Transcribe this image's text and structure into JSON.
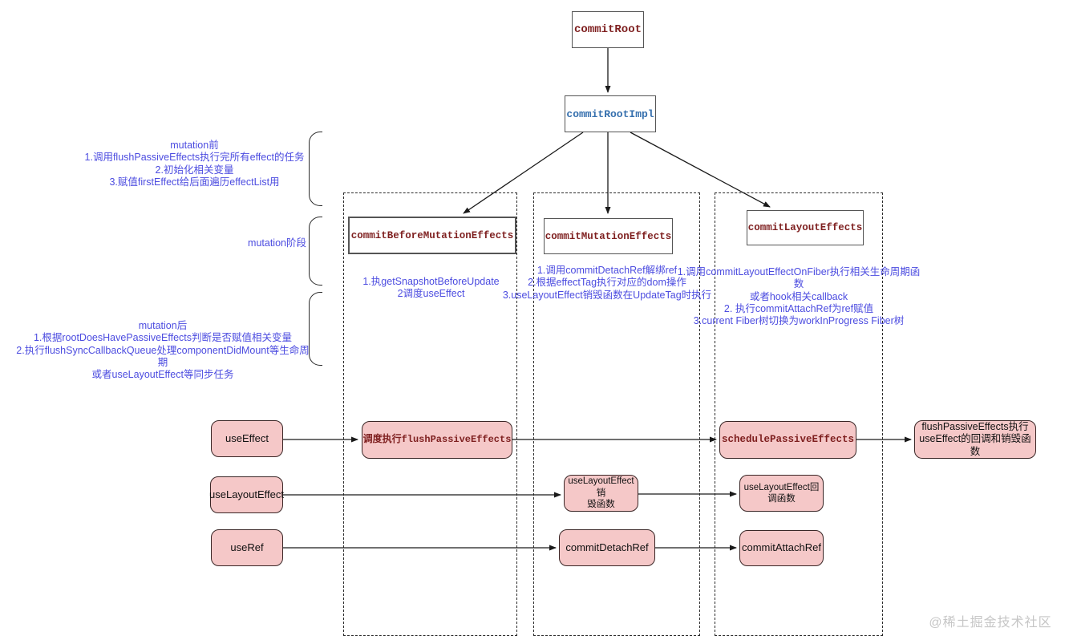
{
  "colors": {
    "node_text_red": "#7e1f1f",
    "node_text_blue": "#3670ae",
    "annotation_blue": "#4c4ce0",
    "pink_fill": "#f5c8c8",
    "pink_border": "#3a2626",
    "watermark_gray": "#c6c6c6"
  },
  "flow": {
    "commit_root": "commitRoot",
    "commit_root_impl": "commitRootImpl"
  },
  "phases": {
    "before_mutation": {
      "title": "commitBeforeMutationEffects",
      "notes": "1.执getSnapshotBeforeUpdate\n2调度useEffect"
    },
    "mutation": {
      "title": "commitMutationEffects",
      "notes": "1.调用commitDetachRef解绑ref\n2.根据effectTag执行对应的dom操作\n3.useLayoutEffect销毁函数在UpdateTag时执行"
    },
    "layout": {
      "title": "commitLayoutEffects",
      "notes": "1.调用commitLayoutEffectOnFiber执行相关生命周期函数\n或者hook相关callback\n2. 执行commitAttachRef为ref赋值\n3.current Fiber树切换为workInProgress Fiber树"
    }
  },
  "side_annotations": {
    "pre_mutation": "mutation前\n1.调用flushPassiveEffects执行完所有effect的任务\n2.初始化相关变量\n3.赋值firstEffect给后面遍历effectList用",
    "mutation_phase": "mutation阶段",
    "post_mutation": "mutation后\n1.根据rootDoesHavePassiveEffects判断是否赋值相关变量\n2.执行flushSyncCallbackQueue处理componentDidMount等生命周期\n或者useLayoutEffect等同步任务"
  },
  "hooks": {
    "use_effect": "useEffect",
    "schedule_flush": "调度执行flushPassiveEffects",
    "schedule_passive_effects": "schedulePassiveEffects",
    "flush_run": "flushPassiveEffects执行\nuseEffect的回调和销毁函数",
    "use_layout_effect": "useLayoutEffect",
    "layout_destroy": "useLayoutEffect销\n毁函数",
    "layout_callback": "useLayoutEffect回\n调函数",
    "use_ref": "useRef",
    "commit_detach_ref": "commitDetachRef",
    "commit_attach_ref": "commitAttachRef"
  },
  "watermark": "@稀土掘金技术社区"
}
